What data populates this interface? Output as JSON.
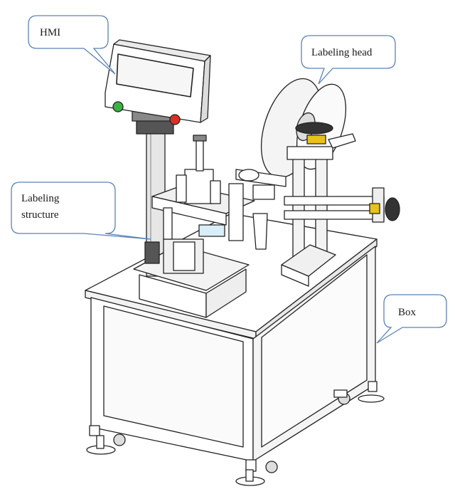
{
  "callouts": {
    "hmi": "HMI",
    "labeling_head": "Labeling head",
    "labeling_structure_line1": "Labeling",
    "labeling_structure_line2": "structure",
    "box": "Box"
  },
  "colors": {
    "callout_stroke": "#5b82b5",
    "callout_fill": "#ffffff",
    "line": "#222222",
    "button_green": "#3cb043",
    "button_red": "#d93025",
    "knob_yellow": "#e8c21a"
  }
}
